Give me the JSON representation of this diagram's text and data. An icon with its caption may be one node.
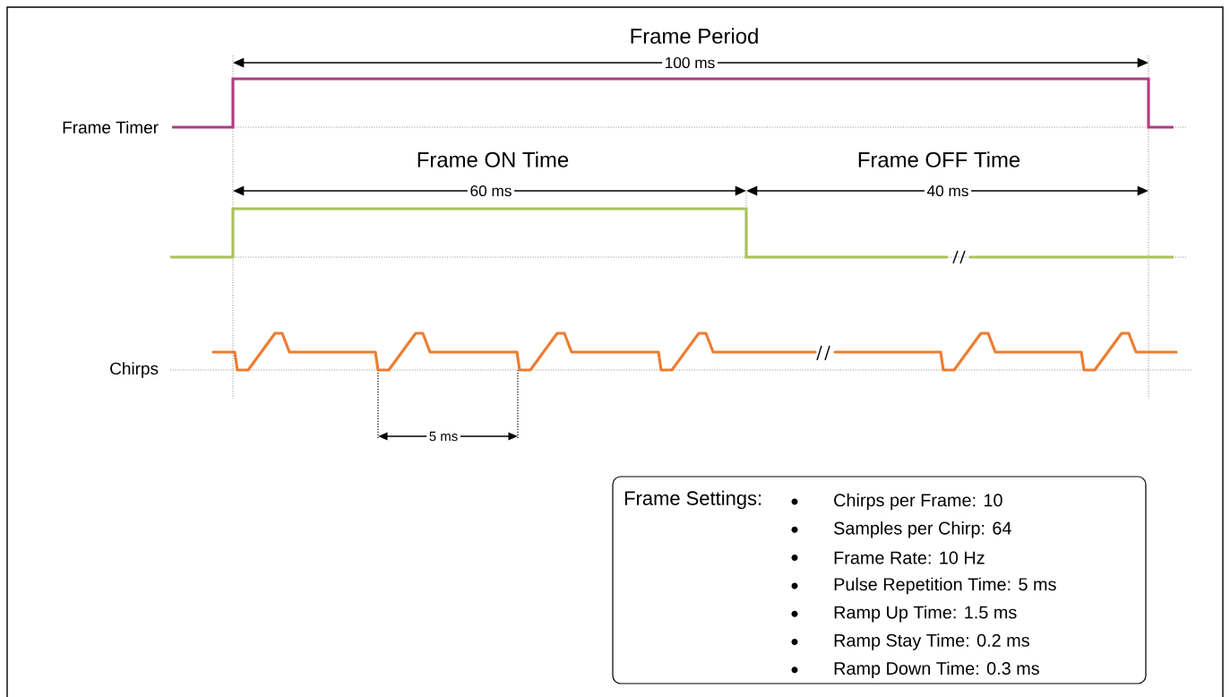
{
  "diagram": {
    "nodes": [
      {
        "text": [
          "Frame Settings:",
          "Chirps per Frame: 10",
          "Samples per Chirp: 64",
          "Frame Rate: 10 Hz",
          "Pulse Repetition Time: 5 ms",
          "Ramp Up Time: 1.5 ms",
          "Ramp Stay Time: 0.2 ms",
          "Ramp Down Time: 0.3 ms"
        ]
      }
    ],
    "labels": [
      "Frame Period",
      "100 ms",
      "Frame Timer",
      "Frame ON Time",
      "60 ms",
      "Frame OFF Time",
      "40 ms",
      "Chirps",
      "5 ms"
    ]
  }
}
